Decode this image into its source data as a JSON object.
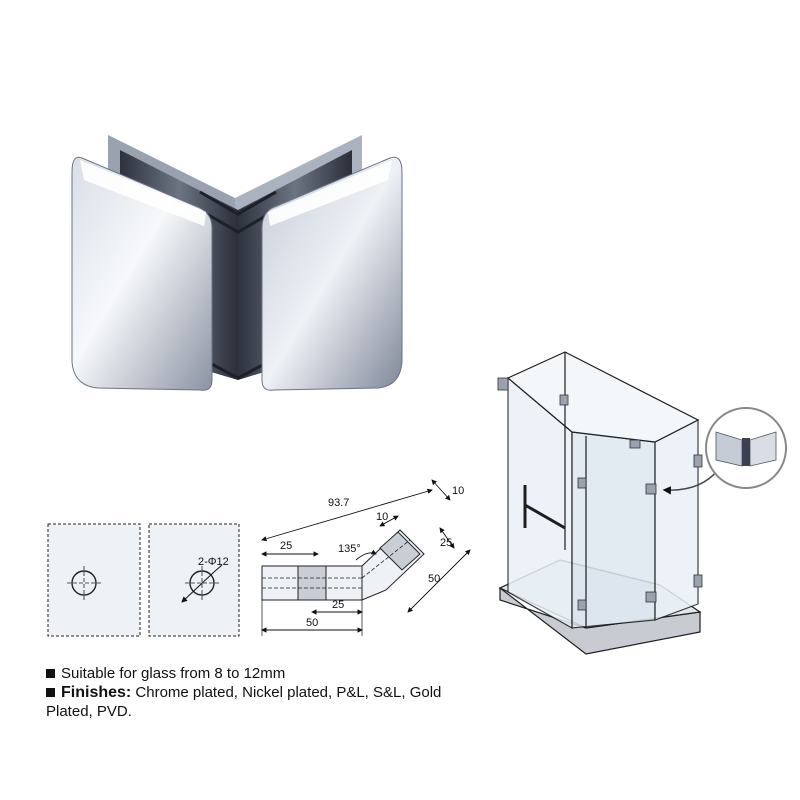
{
  "colors": {
    "metal_light": "#e6eaf1",
    "metal_mid": "#a7b0bf",
    "metal_dark": "#3b4150",
    "panel_fill": "#eef2f7",
    "line": "#222222"
  },
  "drawing": {
    "dim_total": "93.7",
    "dim_thickness_top": "10",
    "dim_depth": "10",
    "dim_left_width": "25",
    "dim_angle": "135°",
    "dim_angle_side": "25",
    "dim_angle_len": "50",
    "dim_bottom_inner": "25",
    "dim_bottom_total": "50",
    "hole_spec": "2-Φ12"
  },
  "features": {
    "item1": "Suitable for glass from 8 to 12mm",
    "finishes_label": "Finishes:",
    "finishes_text": " Chrome plated, Nickel plated, P&L, S&L, Gold",
    "finishes_text_2": "Plated, PVD."
  }
}
